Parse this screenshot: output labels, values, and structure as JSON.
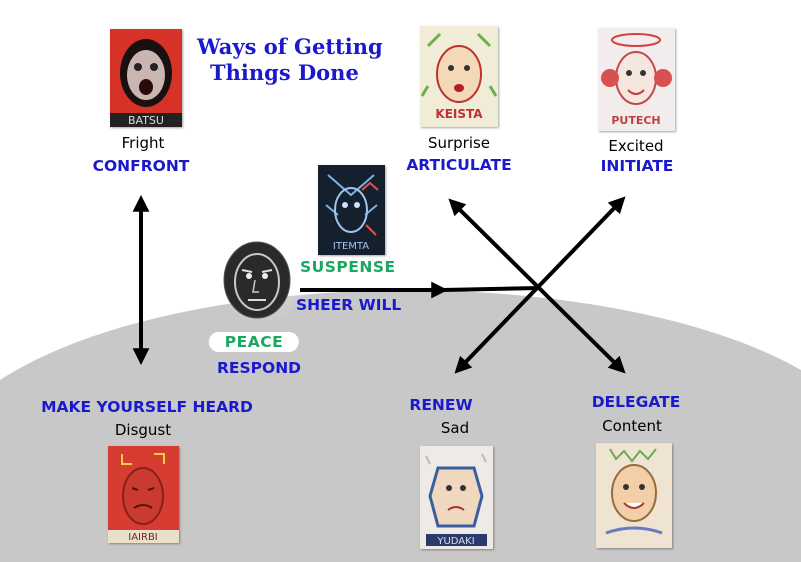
{
  "title": {
    "line1": "Ways of Getting",
    "line2": "Things Done"
  },
  "nodes": {
    "fright": {
      "emotion": "Fright",
      "action": "CONFRONT",
      "tag": "BATSU"
    },
    "surprise": {
      "emotion": "Surprise",
      "action": "ARTICULATE",
      "tag": "KEISTA"
    },
    "excited": {
      "emotion": "Excited",
      "action": "INITIATE",
      "tag": "PUTECH"
    },
    "suspense": {
      "label": "SUSPENSE",
      "action": "SHEER WILL",
      "tag": "ITEMTA"
    },
    "peace": {
      "label": "PEACE",
      "action": "RESPOND"
    },
    "disgust": {
      "action": "MAKE YOURSELF HEARD",
      "emotion": "Disgust",
      "tag": "IAIRBI"
    },
    "sad": {
      "action": "RENEW",
      "emotion": "Sad",
      "tag": "YUDAKI"
    },
    "content": {
      "action": "DELEGATE",
      "emotion": "Content"
    }
  },
  "colors": {
    "action_text": "#1a1acc",
    "state_text": "#1aa860",
    "hill": "#c8c8c8",
    "arrows": "#000000"
  }
}
